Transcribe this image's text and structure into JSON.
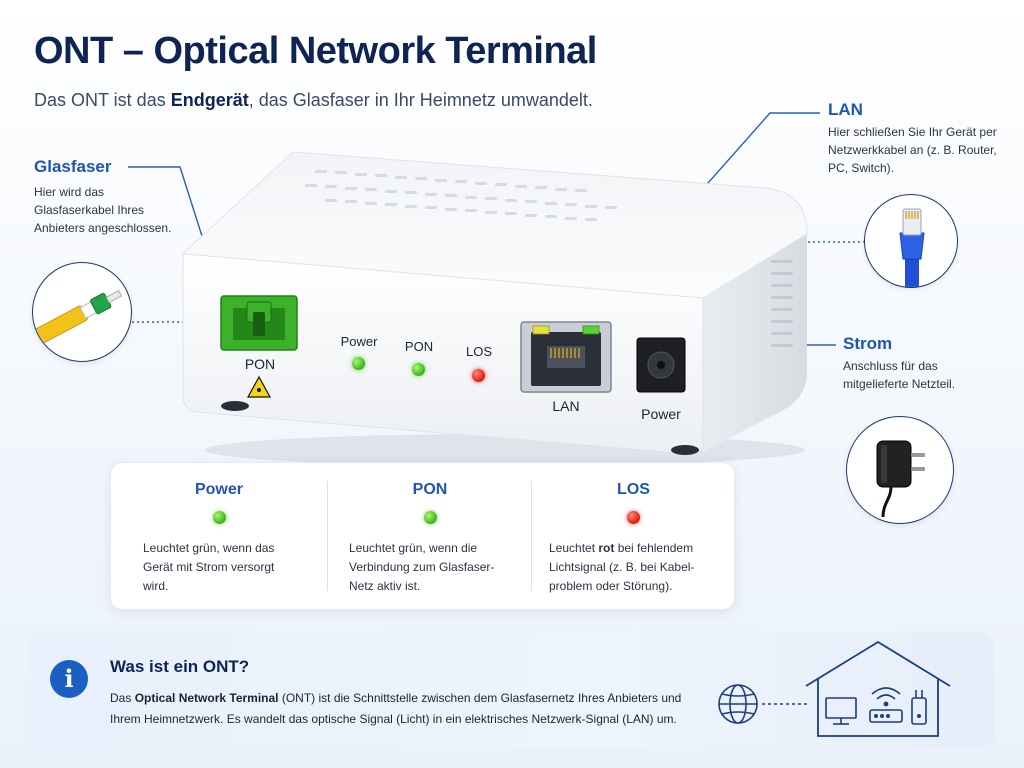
{
  "header": {
    "title": "ONT – Optical Network Terminal",
    "subtitle_pre": "Das ONT ist das ",
    "subtitle_bold": "Endgerät",
    "subtitle_post": ", das Glasfaser in Ihr Heimnetz umwandelt."
  },
  "callouts": {
    "glasfaser": {
      "title": "Glasfaser",
      "text": "Hier wird das Glasfaserkabel Ihres Anbieters angeschlossen."
    },
    "lan": {
      "title": "LAN",
      "text": "Hier schließen Sie Ihr Gerät per Netzwerkkabel an (z. B. Router, PC, Switch)."
    },
    "strom": {
      "title": "Strom",
      "text": "Anschluss für das mitgelieferte Netzteil."
    }
  },
  "device": {
    "pon_label": "PON",
    "lan_label": "LAN",
    "power_port_label": "Power",
    "leds": [
      {
        "label": "Power",
        "state": "green"
      },
      {
        "label": "PON",
        "state": "green"
      },
      {
        "label": "LOS",
        "state": "red"
      }
    ]
  },
  "legend": [
    {
      "title": "Power",
      "state": "green",
      "text": "Leuchtet grün, wenn das Gerät mit Strom versorgt wird."
    },
    {
      "title": "PON",
      "state": "green",
      "text": "Leuchtet grün, wenn die Verbindung zum Glasfaser-Netz aktiv ist."
    },
    {
      "title": "LOS",
      "state": "red",
      "text_pre": "Leuchtet ",
      "text_bold": "rot",
      "text_post": " bei fehlendem Lichtsignal (z. B. bei Kabel-problem oder Störung)."
    }
  ],
  "info": {
    "title": "Was ist ein ONT?",
    "text_pre": "Das ",
    "text_bold": "Optical Network Terminal",
    "text_post": " (ONT) ist die Schnittstelle zwischen dem Glasfasernetz Ihres Anbieters und Ihrem Heimnetzwerk. Es wandelt das optische Signal (Licht) in ein elektrisches Netzwerk-Signal (LAN) um."
  },
  "colors": {
    "accent": "#1f55b5",
    "navy": "#0d2455",
    "led_green": "#38b319",
    "led_red": "#e0170d",
    "pon_port": "#3cb22a"
  },
  "icons": [
    "info-icon",
    "globe-icon",
    "house-icon",
    "monitor-icon",
    "router-icon",
    "wifi-icon",
    "fiber-cable-icon",
    "ethernet-cable-icon",
    "power-adapter-icon",
    "laser-warning-icon"
  ]
}
